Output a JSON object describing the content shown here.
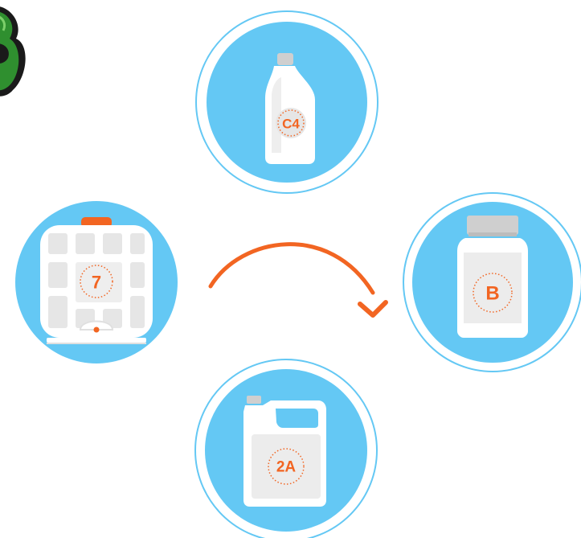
{
  "colors": {
    "circle_fill": "#64c8f4",
    "ring": "#64c8f4",
    "accent": "#f26522",
    "container": "#ffffff",
    "container_shade": "#e4e4e4",
    "cap_gray": "#cfcfcf",
    "logo_green": "#2f8f2f"
  },
  "containers": {
    "top": {
      "icon": "plastic-bottle",
      "label": "C4"
    },
    "left": {
      "icon": "ibc-tote",
      "label": "7"
    },
    "right": {
      "icon": "pill-jar",
      "label": "B"
    },
    "bottom": {
      "icon": "jerrycan",
      "label": "2A"
    }
  },
  "arrow": {
    "icon": "curved-arrow",
    "direction": "left-to-right"
  }
}
